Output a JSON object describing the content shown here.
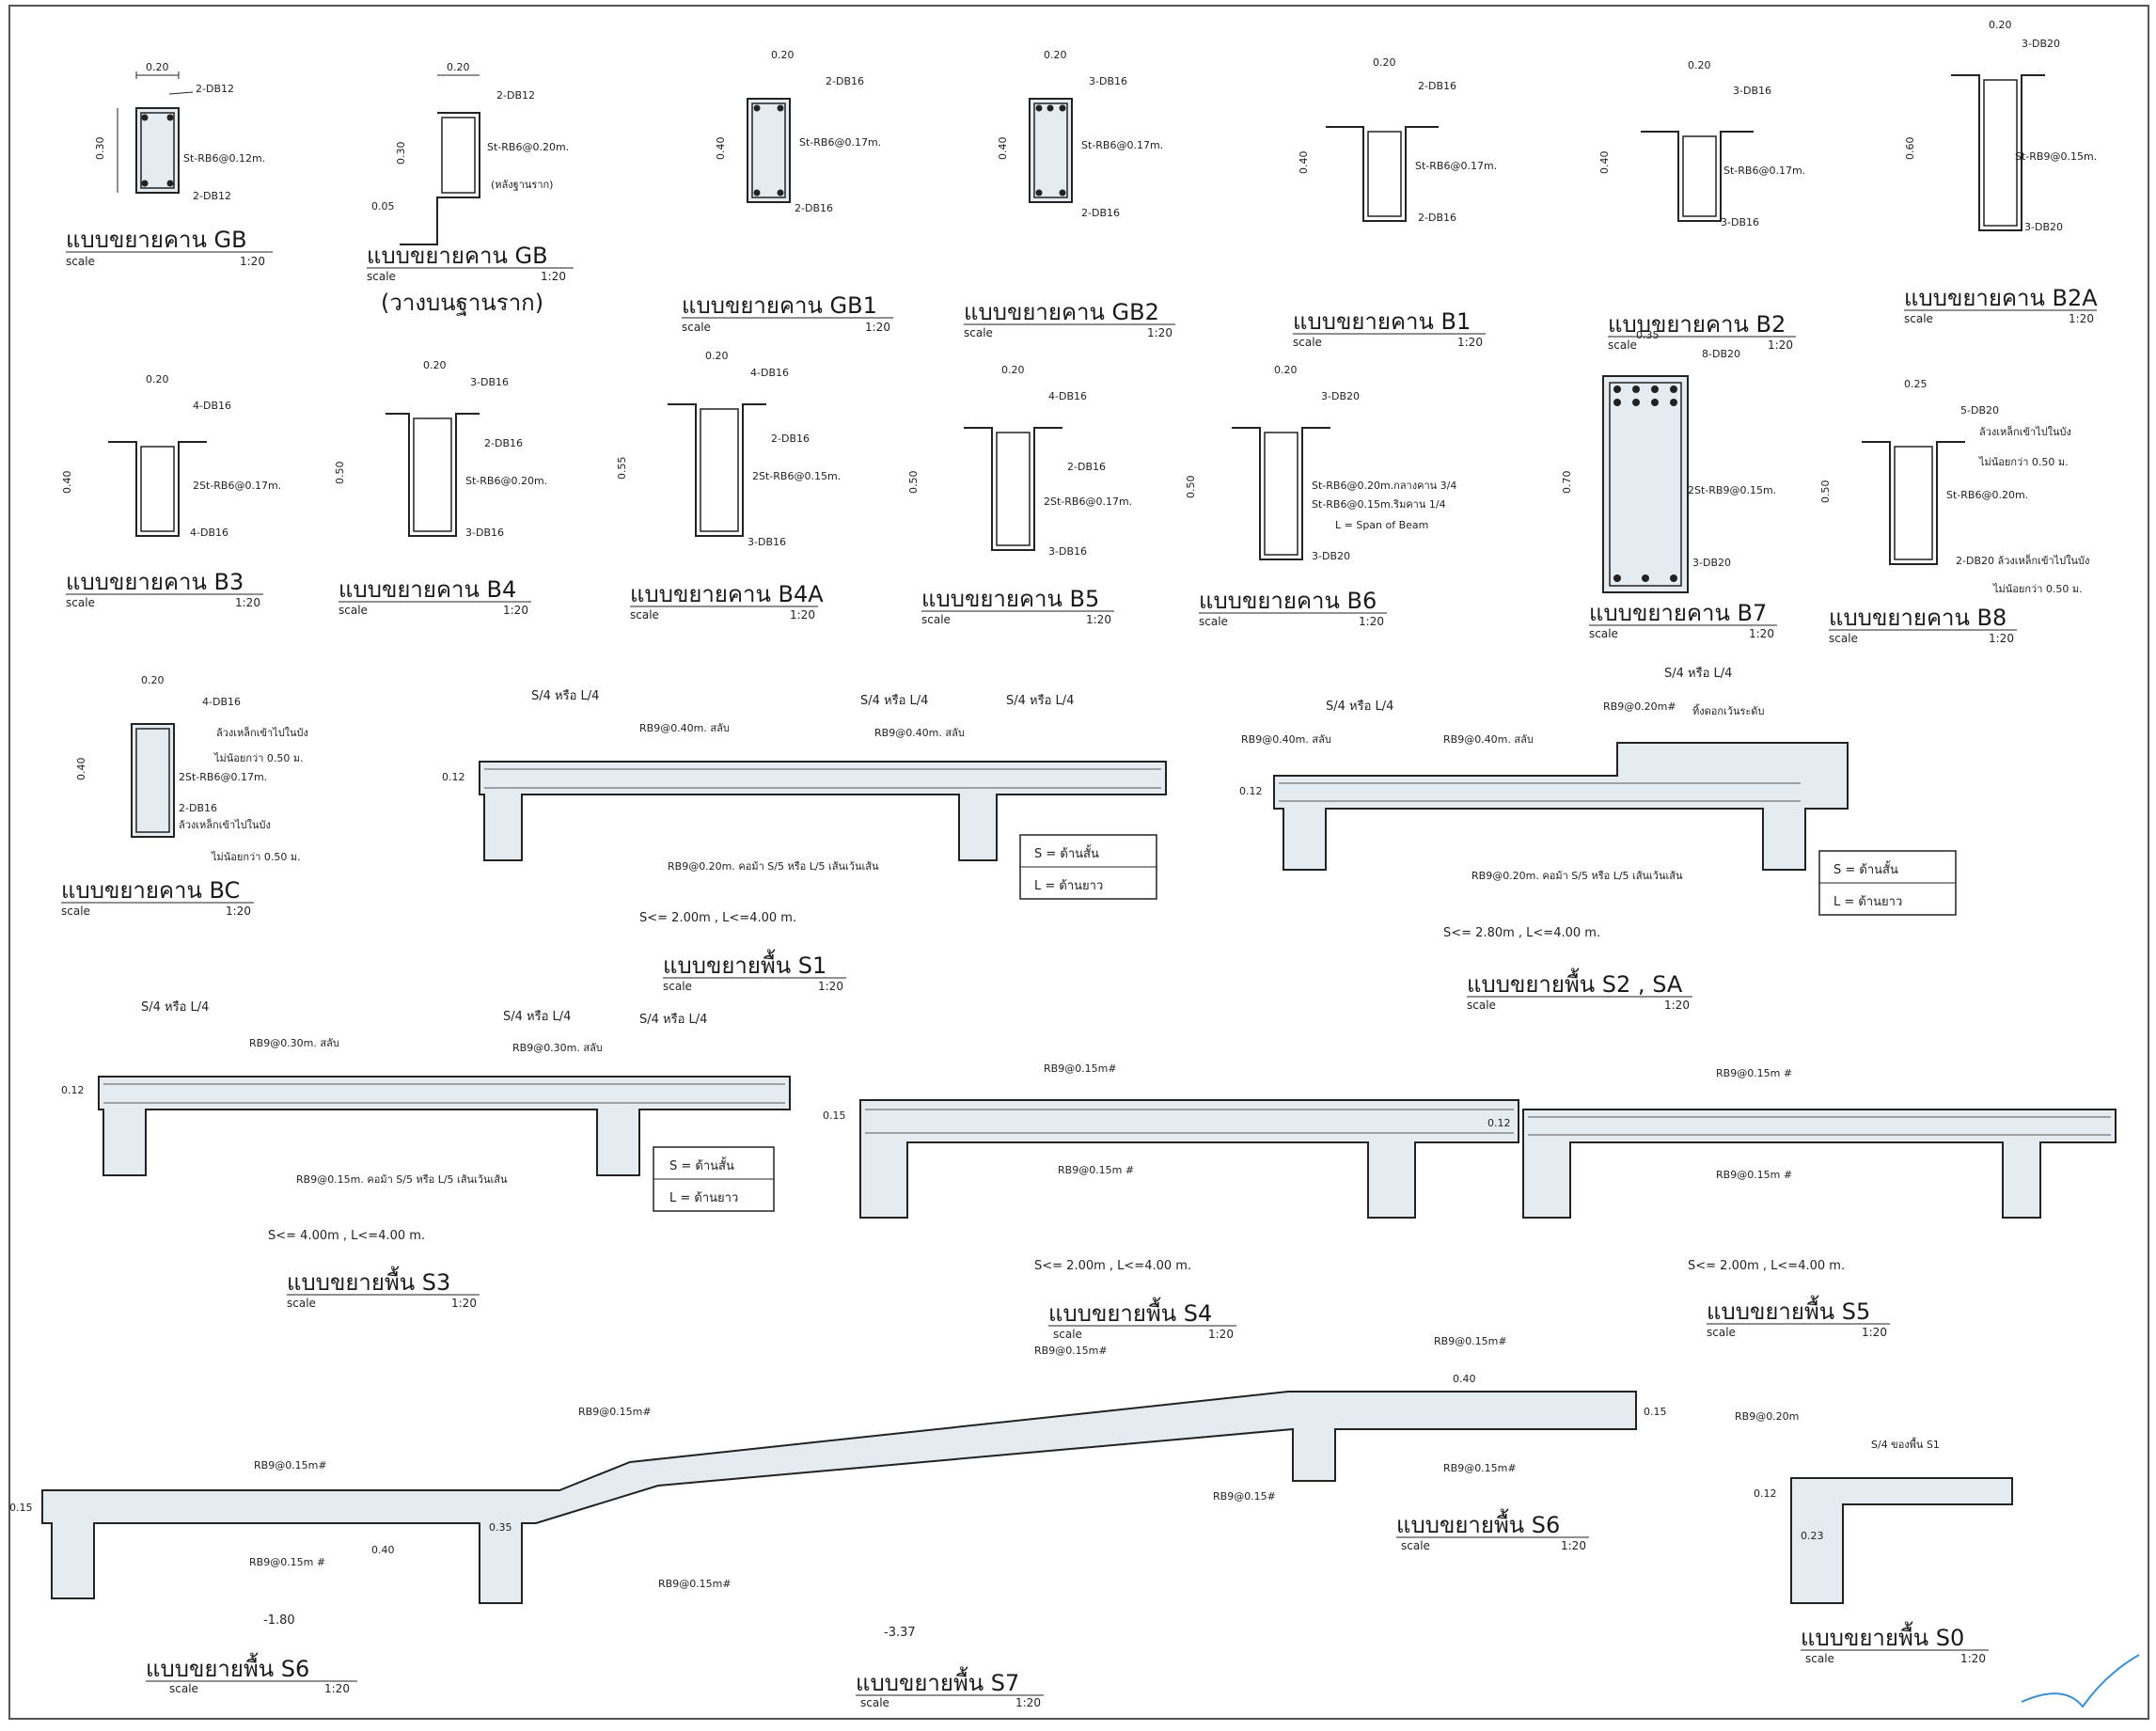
{
  "beams": [
    {
      "id": "gb",
      "title": "แบบขยายคาน  GB",
      "scale_word": "scale",
      "scale": "1:20",
      "width": "0.20",
      "height": "0.30",
      "top_bar": "2-DB12",
      "stirrup": "St-RB6@0.12m.",
      "bottom_bar": "2-DB12"
    },
    {
      "id": "gb-foot",
      "title": "แบบขยายคาน  GB",
      "scale_word": "scale",
      "scale": "1:20",
      "subtitle": "(วางบนฐานราก)",
      "width": "0.20",
      "height": "0.30",
      "top_bar": "2-DB12",
      "stirrup": "St-RB6@0.20m.",
      "note": "(หลังฐานราก)",
      "offset": "0.05"
    },
    {
      "id": "gb1",
      "title": "แบบขยายคาน  GB1",
      "scale_word": "scale",
      "scale": "1:20",
      "width": "0.20",
      "height": "0.40",
      "top_bar": "2-DB16",
      "stirrup": "St-RB6@0.17m.",
      "bottom_bar": "2-DB16"
    },
    {
      "id": "gb2",
      "title": "แบบขยายคาน  GB2",
      "scale_word": "scale",
      "scale": "1:20",
      "width": "0.20",
      "height": "0.40",
      "top_bar": "3-DB16",
      "stirrup": "St-RB6@0.17m.",
      "bottom_bar": "2-DB16"
    },
    {
      "id": "b1",
      "title": "แบบขยายคาน  B1",
      "scale_word": "scale",
      "scale": "1:20",
      "width": "0.20",
      "height": "0.40",
      "top_bar": "2-DB16",
      "stirrup": "St-RB6@0.17m.",
      "bottom_bar": "2-DB16"
    },
    {
      "id": "b2",
      "title": "แบบขยายคาน  B2",
      "scale_word": "scale",
      "scale": "1:20",
      "width": "0.20",
      "height": "0.40",
      "top_bar": "3-DB16",
      "stirrup": "St-RB6@0.17m.",
      "bottom_bar": "3-DB16"
    },
    {
      "id": "b2a",
      "title": "แบบขยายคาน  B2A",
      "scale_word": "scale",
      "scale": "1:20",
      "width": "0.20",
      "height": "0.60",
      "top_bar": "3-DB20",
      "stirrup": "St-RB9@0.15m.",
      "bottom_bar": "3-DB20"
    },
    {
      "id": "b3",
      "title": "แบบขยายคาน  B3",
      "scale_word": "scale",
      "scale": "1:20",
      "width": "0.20",
      "height": "0.40",
      "top_bar": "4-DB16",
      "stirrup": "2St-RB6@0.17m.",
      "bottom_bar": "4-DB16"
    },
    {
      "id": "b4",
      "title": "แบบขยายคาน  B4",
      "scale_word": "scale",
      "scale": "1:20",
      "width": "0.20",
      "height": "0.50",
      "top_bar": "3-DB16",
      "mid_bar": "2-DB16",
      "stirrup": "St-RB6@0.20m.",
      "bottom_bar": "3-DB16"
    },
    {
      "id": "b4a",
      "title": "แบบขยายคาน  B4A",
      "scale_word": "scale",
      "scale": "1:20",
      "width": "0.20",
      "height": "0.55",
      "top_bar": "4-DB16",
      "mid_bar": "2-DB16",
      "stirrup": "2St-RB6@0.15m.",
      "bottom_bar": "3-DB16"
    },
    {
      "id": "b5",
      "title": "แบบขยายคาน  B5",
      "scale_word": "scale",
      "scale": "1:20",
      "width": "0.20",
      "height": "0.50",
      "top_bar": "4-DB16",
      "mid_bar": "2-DB16",
      "stirrup": "2St-RB6@0.17m.",
      "bottom_bar": "3-DB16"
    },
    {
      "id": "b6",
      "title": "แบบขยายคาน  B6",
      "scale_word": "scale",
      "scale": "1:20",
      "width": "0.20",
      "height": "0.50",
      "top_bar": "3-DB20",
      "stirrup": "St-RB6@0.20m.กลางคาน 3/4",
      "stirrup2": "St-RB6@0.15m.ริมคาน 1/4",
      "note": "L = Span of Beam",
      "bottom_bar": "3-DB20"
    },
    {
      "id": "b7",
      "title": "แบบขยายคาน  B7",
      "scale_word": "scale",
      "scale": "1:20",
      "width": "0.35",
      "height": "0.70",
      "top_bar": "8-DB20",
      "stirrup": "2St-RB9@0.15m.",
      "bottom_bar": "3-DB20"
    },
    {
      "id": "b8",
      "title": "แบบขยายคาน  B8",
      "scale_word": "scale",
      "scale": "1:20",
      "width": "0.25",
      "height": "0.50",
      "top_bar": "5-DB20",
      "top_note1": "ล้วงเหล็กเข้าไปในบัง",
      "top_note2": "ไม่น้อยกว่า 0.50 ม.",
      "stirrup": "St-RB6@0.20m.",
      "bottom_bar": "2-DB20 ล้วงเหล็กเข้าไปในบัง",
      "bottom_note": "ไม่น้อยกว่า 0.50 ม."
    },
    {
      "id": "bc",
      "title": "แบบขยายคาน  BC",
      "scale_word": "scale",
      "scale": "1:20",
      "width": "0.20",
      "height": "0.40",
      "top_bar": "4-DB16",
      "top_note1": "ล้วงเหล็กเข้าไปในบัง",
      "top_note2": "ไม่น้อยกว่า 0.50 ม.",
      "stirrup": "2St-RB6@0.17m.",
      "bottom_bar": "2-DB16",
      "bottom_note1": "ล้วงเหล็กเข้าไปในบัง",
      "bottom_note2": "ไม่น้อยกว่า 0.50 ม."
    }
  ],
  "slabs": {
    "s1": {
      "title": "แบบขยายพื้น  S1",
      "scale_word": "scale",
      "scale": "1:20",
      "thk": "0.12",
      "top_l": "S/4 หรือ L/4",
      "top_m": "S/4 หรือ L/4",
      "top_r": "S/4 หรือ L/4",
      "bar1": "RB9@0.40m. สลับ",
      "bar2": "RB9@0.40m. สลับ",
      "main": "RB9@0.20m. คอม้า S/5 หรือ L/5 เส้นเว้นเส้น",
      "legend_s": "S = ด้านสั้น",
      "legend_l": "L = ด้านยาว",
      "span": "S<= 2.00m , L<=4.00 m."
    },
    "s2": {
      "title": "แบบขยายพื้น  S2 , SA",
      "scale_word": "scale",
      "scale": "1:20",
      "thk": "0.12",
      "top_l": "S/4 หรือ L/4",
      "top_r": "S/4 หรือ L/4",
      "bar1": "RB9@0.40m. สลับ",
      "bar2": "RB9@0.40m. สลับ",
      "bar3": "RB9@0.20m#",
      "step": "ทิ้งดอกเว้นระดับ",
      "main": "RB9@0.20m. คอม้า S/5 หรือ L/5 เส้นเว้นเส้น",
      "legend_s": "S = ด้านสั้น",
      "legend_l": "L = ด้านยาว",
      "span": "S<= 2.80m , L<=4.00 m."
    },
    "s3": {
      "title": "แบบขยายพื้น  S3",
      "scale_word": "scale",
      "scale": "1:20",
      "thk": "0.12",
      "top_l": "S/4 หรือ L/4",
      "top_m": "S/4 หรือ L/4",
      "top_r": "S/4 หรือ L/4",
      "bar1": "RB9@0.30m. สลับ",
      "bar2": "RB9@0.30m. สลับ",
      "main": "RB9@0.15m. คอม้า S/5 หรือ L/5 เส้นเว้นเส้น",
      "legend_s": "S = ด้านสั้น",
      "legend_l": "L = ด้านยาว",
      "span": "S<= 4.00m , L<=4.00 m."
    },
    "s4": {
      "title": "แบบขยายพื้น  S4",
      "scale_word": "scale",
      "scale": "1:20",
      "thk": "0.15",
      "bar_top": "RB9@0.15m#",
      "bar_bot": "RB9@0.15m #",
      "span": "S<= 2.00m , L<=4.00 m."
    },
    "s5": {
      "title": "แบบขยายพื้น  S5",
      "scale_word": "scale",
      "scale": "1:20",
      "thk": "0.12",
      "bar_top": "RB9@0.15m #",
      "bar_bot": "RB9@0.15m #",
      "span": "S<= 2.00m , L<=4.00 m."
    },
    "s6": {
      "title": "แบบขยายพื้น  S6",
      "scale_word": "scale",
      "scale": "1:20",
      "thk": "0.15",
      "bar1": "RB9@0.15m#",
      "bar2": "RB9@0.15m #",
      "bar3": "RB9@0.15m#",
      "d1": "0.40",
      "d2": "0.35",
      "level": "-1.80"
    },
    "s6b": {
      "title": "แบบขยายพื้น  S6",
      "scale_word": "scale",
      "scale": "1:20",
      "thk": "0.15",
      "bar1": "RB9@0.15m#",
      "bar2": "RB9@0.15m#",
      "bar3": "RB9@0.15#",
      "bar4": "RB9@0.15m#",
      "d1": "0.40"
    },
    "s7": {
      "title": "แบบขยายพื้น  S7",
      "scale_word": "scale",
      "scale": "1:20",
      "bar1": "RB9@0.15m#",
      "level": "-3.37"
    },
    "s0": {
      "title": "แบบขยายพื้น  S0",
      "scale_word": "scale",
      "scale": "1:20",
      "thk": "0.12",
      "drop": "0.23",
      "bar": "RB9@0.20m",
      "top": "S/4 ของพื้น S1"
    }
  },
  "colors": {
    "ink": "#1a1a1a",
    "concrete": "#dfe8ee",
    "bar": "#2a2a2a",
    "border": "#555555"
  }
}
